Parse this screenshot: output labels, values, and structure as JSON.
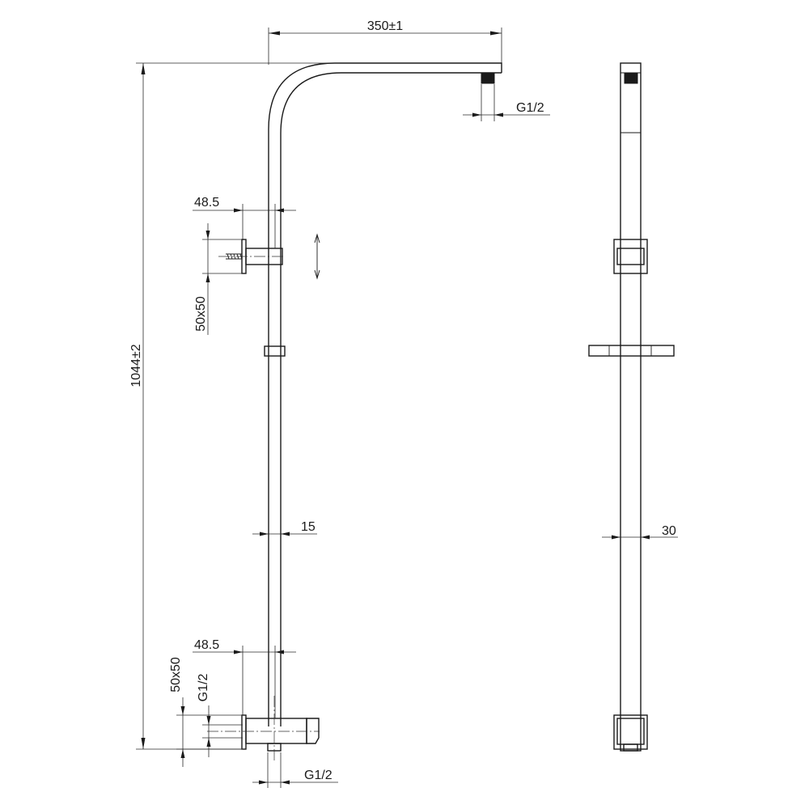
{
  "dimensions": {
    "arm_length": "350±1",
    "outlet_thread_top": "G1/2",
    "bracket_offset_upper": "48.5",
    "bracket_plate_upper": "50x50",
    "total_height": "1044±2",
    "pipe_diameter_front": "15",
    "bracket_offset_lower": "48.5",
    "bracket_plate_lower": "50x50",
    "inlet_thread_lower": "G1/2",
    "outlet_thread_bottom": "G1/2",
    "pipe_width_side": "30"
  }
}
